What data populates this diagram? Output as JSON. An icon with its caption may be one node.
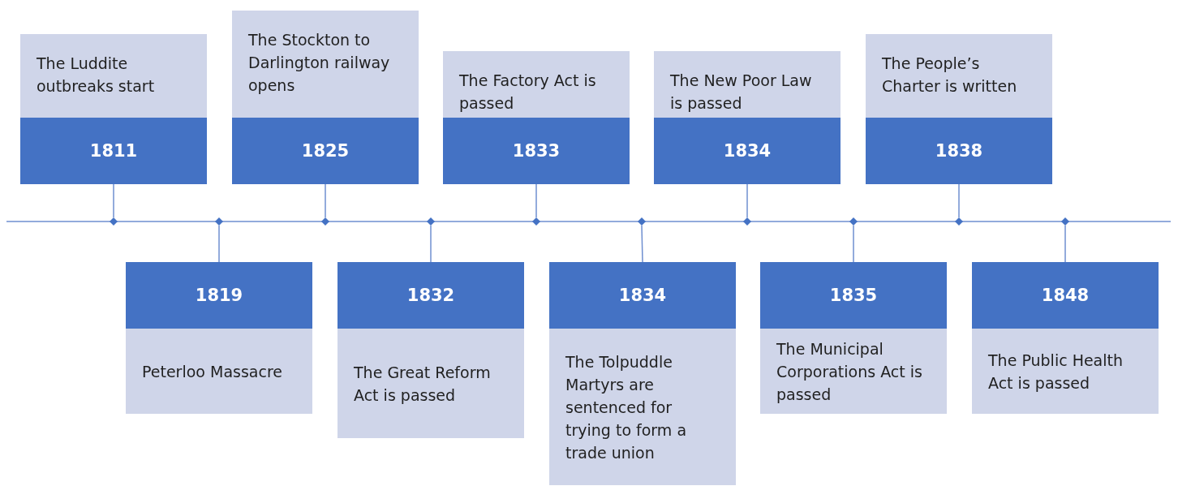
{
  "diagram": {
    "nodes": [
      {
        "text": [
          "The Luddite outbreaks start",
          "1811"
        ]
      },
      {
        "text": [
          "1819",
          "Peterloo Massacre"
        ]
      },
      {
        "text": [
          "The Stockton to Darlington railway opens",
          "1825"
        ]
      },
      {
        "text": [
          "1832",
          "The Great Reform Act is passed"
        ]
      },
      {
        "text": [
          "The Factory Act is passed",
          "1833"
        ]
      },
      {
        "text": [
          "1834",
          "The Tolpuddle Martyrs are sentenced for trying to form a trade union"
        ]
      },
      {
        "text": [
          "The New Poor Law is passed",
          "1834"
        ]
      },
      {
        "text": [
          "1835",
          "The Municipal Corporations Act is passed"
        ]
      },
      {
        "text": [
          "The People’s Charter is written",
          "1838"
        ]
      },
      {
        "text": [
          "1848",
          "The Public Health Act is passed"
        ]
      },
      {
        "text": [],
        "shape": "diamond"
      },
      {
        "text": [],
        "shape": "diamond"
      },
      {
        "text": [],
        "shape": "diamond"
      },
      {
        "text": [],
        "shape": "diamond"
      },
      {
        "text": [],
        "shape": "diamond"
      },
      {
        "text": [],
        "shape": "diamond"
      },
      {
        "text": [],
        "shape": "diamond"
      },
      {
        "text": [],
        "shape": "diamond"
      },
      {
        "text": [],
        "shape": "diamond"
      },
      {
        "text": [],
        "shape": "diamond"
      }
    ],
    "edges": [
      {
        "from": 0,
        "to": 10,
        "arrow": "none"
      },
      {
        "from": 1,
        "to": 11,
        "arrow": "none"
      },
      {
        "from": 2,
        "to": 12,
        "arrow": "none"
      },
      {
        "from": 3,
        "to": 13,
        "arrow": "none"
      },
      {
        "from": 4,
        "to": 14,
        "arrow": "none"
      },
      {
        "from": 5,
        "to": 15,
        "arrow": "none"
      },
      {
        "from": 6,
        "to": 16,
        "arrow": "none"
      },
      {
        "from": 7,
        "to": 17,
        "arrow": "none"
      },
      {
        "from": 8,
        "to": 18,
        "arrow": "none"
      },
      {
        "from": 9,
        "to": 19,
        "arrow": "none"
      }
    ]
  }
}
